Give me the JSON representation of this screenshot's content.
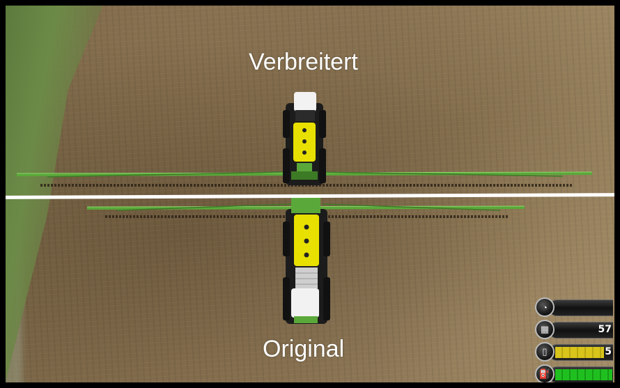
{
  "captions": {
    "top": "Verbreitert",
    "bottom": "Original"
  },
  "vehicles": [
    {
      "variant": "widened",
      "boom_width_relative": 1.0
    },
    {
      "variant": "original",
      "boom_width_relative": 0.79
    }
  ],
  "colors": {
    "tank_yellow": "#e8e000",
    "boom_green": "#5aa83a",
    "chassis_dark": "#1c1c1c",
    "cab_white": "#f2f2f2",
    "divider_white": "#ffffff"
  },
  "hud": {
    "speedometer": {
      "icon": "speedometer-icon",
      "value": ""
    },
    "fill_counter": {
      "icon": "seed-level-icon",
      "value": "57"
    },
    "tank_level": {
      "icon": "tank-level-icon",
      "value": "5",
      "level": 0.85,
      "color": "#d8c41a"
    },
    "fuel_level": {
      "icon": "fuel-icon",
      "value": "",
      "level": 1.0,
      "color": "#1fbf1f"
    }
  }
}
